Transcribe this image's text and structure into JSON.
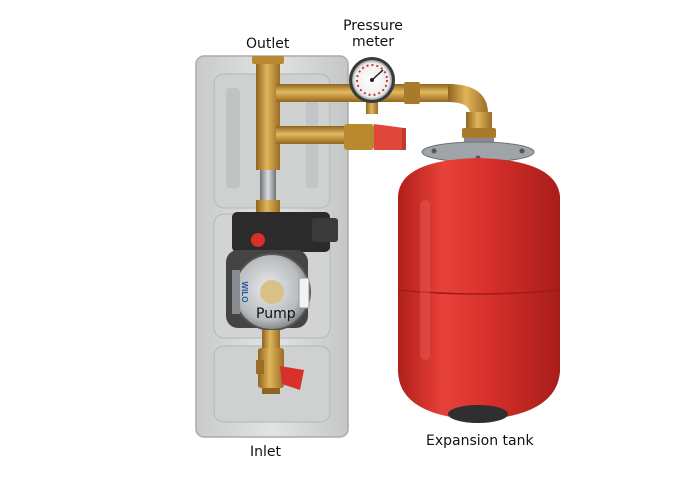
{
  "labels": {
    "outlet": "Outlet",
    "pressure_meter_line1": "Pressure",
    "pressure_meter_line2": "meter",
    "pump": "Pump",
    "expansion_tank": "Expansion tank",
    "inlet": "Inlet"
  },
  "pump_brand": "WILO",
  "colors": {
    "foam_panel": "#d7d9d9",
    "brass": "#c9983a",
    "tank_red": "#d8302b",
    "pump_black": "#2b2b2b"
  }
}
